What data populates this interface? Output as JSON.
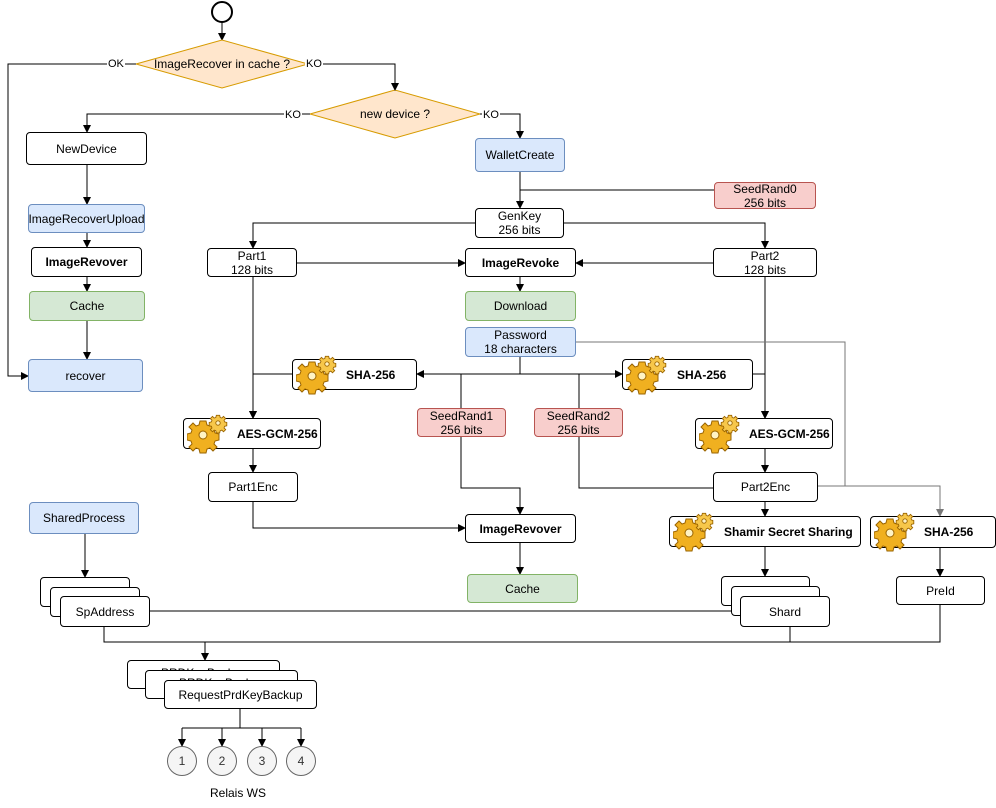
{
  "decisions": {
    "cache_question": "ImageRecover in cache ?",
    "device_question": "new device ?"
  },
  "edge_labels": {
    "ok": "OK",
    "ko_cache": "KO",
    "ko_device_left": "KO",
    "ko_device_right": "KO"
  },
  "left_branch": {
    "new_device": "NewDevice",
    "image_recover_upload": "ImageRecoverUpload",
    "image_revover": "ImageRevover",
    "cache": "Cache",
    "recover": "recover"
  },
  "center": {
    "wallet_create": "WalletCreate",
    "seed_rand0": "SeedRand0\n256 bits",
    "gen_key": "GenKey\n256 bits",
    "part1": "Part1\n128 bits",
    "part2": "Part2\n128 bits",
    "image_revoke": "ImageRevoke",
    "download": "Download",
    "password": "Password\n18 characters",
    "sha_left": "SHA-256",
    "sha_right": "SHA-256",
    "seed_rand1": "SeedRand1\n256 bits",
    "seed_rand2": "SeedRand2\n256 bits",
    "aes_left": "AES-GCM-256",
    "aes_right": "AES-GCM-256",
    "part1_enc": "Part1Enc",
    "part2_enc": "Part2Enc",
    "image_revover": "ImageRevover",
    "cache": "Cache",
    "shamir": "Shamir Secret Sharing",
    "sha_far_right": "SHA-256",
    "shard": "Shard",
    "pre_id": "PreId"
  },
  "bottom": {
    "shared_process": "SharedProcess",
    "sp_address": "SpAddress",
    "prd_ghost": "PRDKeyBackup",
    "request_prd_key_backup": "RequestPrdKeyBackup",
    "relays": [
      "1",
      "2",
      "3",
      "4"
    ],
    "relais_caption": "Relais WS"
  },
  "colors": {
    "blue_fill": "#dae8fc",
    "blue_stroke": "#6c8ebf",
    "green_fill": "#d5e8d4",
    "green_stroke": "#82b366",
    "red_fill": "#f8cecc",
    "red_stroke": "#b85450",
    "decision_fill": "#ffe6cc",
    "decision_stroke": "#d79b00",
    "gear_color": "#e8a317"
  }
}
